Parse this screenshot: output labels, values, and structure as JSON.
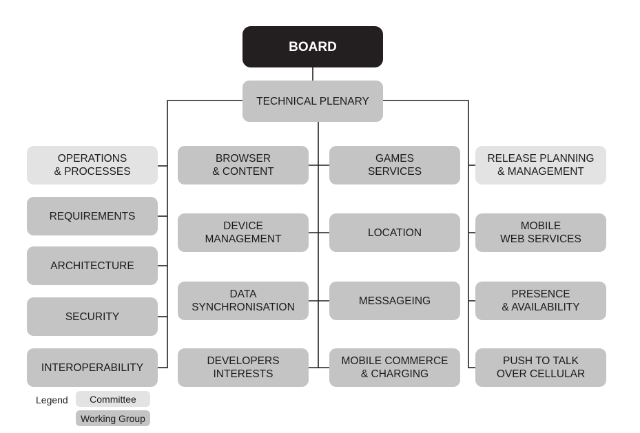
{
  "board": {
    "label": "BOARD"
  },
  "plenary": {
    "label": "TECHNICAL PLENARY"
  },
  "left_column": [
    {
      "label": "OPERATIONS\n& PROCESSES",
      "type": "committee"
    },
    {
      "label": "REQUIREMENTS",
      "type": "working-group"
    },
    {
      "label": "ARCHITECTURE",
      "type": "working-group"
    },
    {
      "label": "SECURITY",
      "type": "working-group"
    },
    {
      "label": "INTEROPERABILITY",
      "type": "working-group"
    }
  ],
  "center_left_column": [
    {
      "label": "BROWSER\n& CONTENT",
      "type": "working-group"
    },
    {
      "label": "DEVICE\nMANAGEMENT",
      "type": "working-group"
    },
    {
      "label": "DATA\nSYNCHRONISATION",
      "type": "working-group"
    },
    {
      "label": "DEVELOPERS\nINTERESTS",
      "type": "working-group"
    }
  ],
  "center_right_column": [
    {
      "label": "GAMES\nSERVICES",
      "type": "working-group"
    },
    {
      "label": "LOCATION",
      "type": "working-group"
    },
    {
      "label": "MESSAGEING",
      "type": "working-group"
    },
    {
      "label": "MOBILE COMMERCE\n& CHARGING",
      "type": "working-group"
    }
  ],
  "right_column": [
    {
      "label": "RELEASE PLANNING\n& MANAGEMENT",
      "type": "committee"
    },
    {
      "label": "MOBILE\nWEB SERVICES",
      "type": "working-group"
    },
    {
      "label": "PRESENCE\n& AVAILABILITY",
      "type": "working-group"
    },
    {
      "label": "PUSH TO TALK\nOVER CELLULAR",
      "type": "working-group"
    }
  ],
  "legend": {
    "title": "Legend",
    "committee_label": "Committee",
    "working_group_label": "Working Group"
  },
  "colors": {
    "board": "#231f20",
    "working_group": "#c4c4c4",
    "committee": "#e3e3e3",
    "line": "#231f20"
  }
}
